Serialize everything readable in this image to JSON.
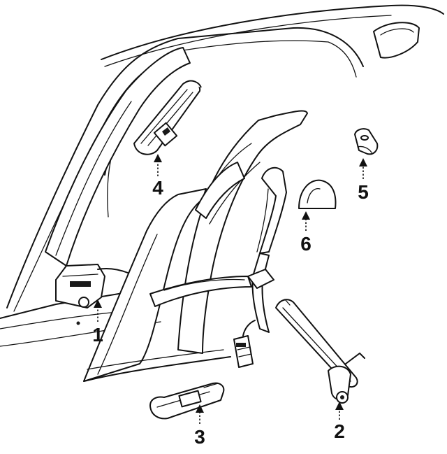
{
  "callouts": [
    {
      "number": "1"
    },
    {
      "number": "2"
    },
    {
      "number": "3"
    },
    {
      "number": "4"
    },
    {
      "number": "5"
    },
    {
      "number": "6"
    }
  ],
  "colors": {
    "line": "#111111",
    "background": "#ffffff"
  }
}
